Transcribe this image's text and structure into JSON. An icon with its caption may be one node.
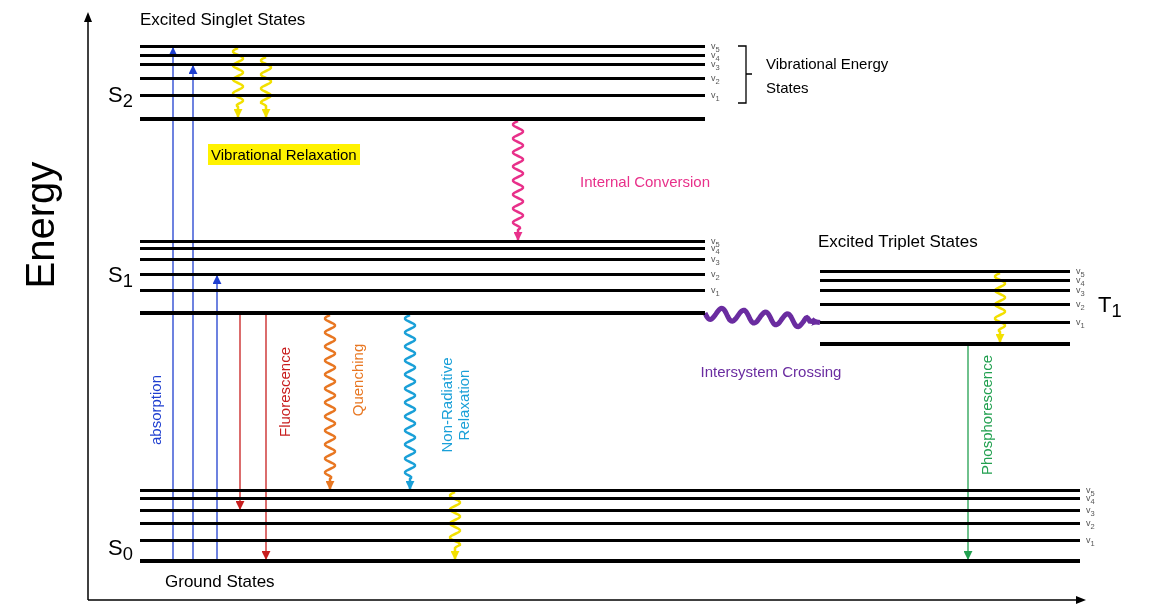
{
  "diagram": {
    "nodes": [
      {
        "text": [],
        "shape": "bar",
        "beside": [
          "v$_{5}$"
        ]
      },
      {
        "text": [],
        "shape": "bar",
        "beside": [
          "v$_{4}$"
        ]
      },
      {
        "text": [],
        "shape": "bar",
        "beside": [
          "v$_{3}$"
        ]
      },
      {
        "text": [],
        "shape": "bar",
        "beside": [
          "v$_{2}$"
        ]
      },
      {
        "text": [],
        "shape": "bar",
        "beside": [
          "v$_{1}$"
        ]
      },
      {
        "text": [],
        "shape": "bar"
      },
      {
        "text": [],
        "shape": "bar",
        "beside": [
          "v$_{5}$"
        ]
      },
      {
        "text": [],
        "shape": "bar",
        "beside": [
          "v$_{4}$"
        ]
      },
      {
        "text": [],
        "shape": "bar",
        "beside": [
          "v$_{3}$"
        ]
      },
      {
        "text": [],
        "shape": "bar",
        "beside": [
          "v$_{2}$"
        ]
      },
      {
        "text": [],
        "shape": "bar",
        "beside": [
          "v$_{1}$"
        ]
      },
      {
        "text": [],
        "shape": "bar"
      },
      {
        "text": [],
        "shape": "bar",
        "beside": [
          "v$_{5}$"
        ]
      },
      {
        "text": [],
        "shape": "bar",
        "beside": [
          "v$_{4}$"
        ]
      },
      {
        "text": [],
        "shape": "bar",
        "beside": [
          "v$_{3}$"
        ]
      },
      {
        "text": [],
        "shape": "bar",
        "beside": [
          "v$_{2}$"
        ]
      },
      {
        "text": [],
        "shape": "bar",
        "beside": [
          "v$_{1}$"
        ]
      },
      {
        "text": [],
        "shape": "bar"
      },
      {
        "text": [],
        "shape": "bar",
        "beside": [
          "v$_{5}$"
        ]
      },
      {
        "text": [],
        "shape": "bar",
        "beside": [
          "v$_{4}$"
        ]
      },
      {
        "text": [],
        "shape": "bar",
        "beside": [
          "v$_{3}$"
        ]
      },
      {
        "text": [],
        "shape": "bar",
        "beside": [
          "v$_{2}$"
        ]
      },
      {
        "text": [],
        "shape": "bar",
        "beside": [
          "v$_{1}$"
        ]
      },
      {
        "text": [],
        "shape": "bar"
      }
    ],
    "edges": [
      {
        "from": 23,
        "to": 0,
        "arrow": "to",
        "label": "absorption",
        "color": "#1f3fd0"
      },
      {
        "from": 23,
        "to": 2,
        "arrow": "to",
        "color": "#1f3fd0"
      },
      {
        "from": 23,
        "to": 9,
        "arrow": "to",
        "color": "#1f3fd0"
      },
      {
        "from": 0,
        "to": 5,
        "arrow": "to",
        "color": "#f2e000"
      },
      {
        "from": 1,
        "to": 5,
        "arrow": "to",
        "color": "#f2e000"
      },
      {
        "from": 5,
        "to": 6,
        "arrow": "to",
        "label": "Internal Conversion",
        "color": "#e8308a"
      },
      {
        "from": 11,
        "to": 20,
        "arrow": "to",
        "color": "#c81e1e"
      },
      {
        "from": 11,
        "to": 23,
        "arrow": "to",
        "label": "Fluorescence",
        "color": "#c81e1e"
      },
      {
        "from": 11,
        "to": 18,
        "arrow": "to",
        "label": "Quenching",
        "color": "#e87722"
      },
      {
        "from": 11,
        "to": 18,
        "arrow": "to",
        "label": "Non-Radiative Relaxation",
        "color": "#1aa0d8"
      },
      {
        "from": 11,
        "to": 16,
        "arrow": "to",
        "label": "Intersystem Crossing",
        "style": "thick",
        "color": "#6a2ca0"
      },
      {
        "from": 12,
        "to": 17,
        "arrow": "to",
        "color": "#f2e000"
      },
      {
        "from": 17,
        "to": 23,
        "arrow": "to",
        "label": "Phosphorescence",
        "color": "#22a050"
      },
      {
        "from": 18,
        "to": 23,
        "arrow": "to",
        "color": "#f2e000"
      }
    ],
    "labels": [
      "Excited Singlet States",
      "Vibrational Energy States",
      "S$_{2}$",
      "Energy",
      "Vibrational Relaxation",
      "S$_{1}$",
      "Excited Triplet States",
      "T$_{1}$",
      "S$_{0}$",
      "Ground States"
    ]
  }
}
